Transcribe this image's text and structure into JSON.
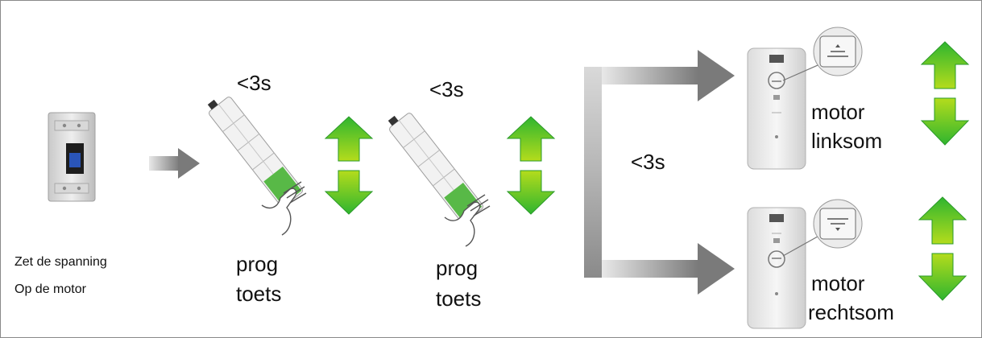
{
  "step1": {
    "caption_line1": "Zet de spanning",
    "caption_line2": "Op de motor"
  },
  "step2": {
    "timing": "<3s",
    "label_line1": "prog",
    "label_line2": "toets"
  },
  "step3": {
    "timing": "<3s",
    "label_line1": "prog",
    "label_line2": "toets"
  },
  "branch": {
    "timing": "<3s"
  },
  "outcome_top": {
    "label_line1": "motor",
    "label_line2": "linksom"
  },
  "outcome_bottom": {
    "label_line1": "motor",
    "label_line2": "rechtsom"
  },
  "colors": {
    "arrow_green": "#2db82d",
    "arrow_green_light": "#a6d61e",
    "flow_gray": "#8c8c8c",
    "button_green": "#58b947"
  }
}
